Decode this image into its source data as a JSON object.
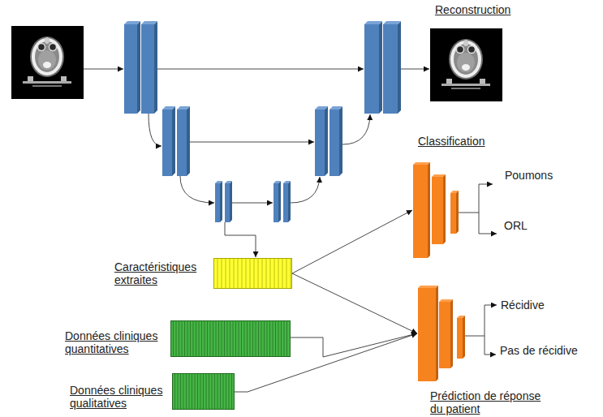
{
  "diagram": {
    "nodes": [
      {
        "text": [
          "Classification"
        ]
      },
      {
        "text": [
          "Caractéristiques extraites"
        ]
      },
      {
        "text": [
          "Données cliniques quantitatives"
        ]
      },
      {
        "text": [
          "Données cliniques qualitatives"
        ]
      },
      {
        "text": [
          "Prédiction de réponse du patient"
        ]
      }
    ],
    "edges": [
      {
        "from": 1,
        "to": 0,
        "arrow": "to"
      },
      {
        "from": 1,
        "to": 4,
        "arrow": "to"
      },
      {
        "from": 2,
        "to": 4,
        "arrow": "to"
      },
      {
        "from": 3,
        "to": 4,
        "arrow": "to"
      }
    ],
    "labels": [
      "Reconstruction",
      "Poumons",
      "ORL",
      "Récidive",
      "Pas de récidive"
    ]
  }
}
